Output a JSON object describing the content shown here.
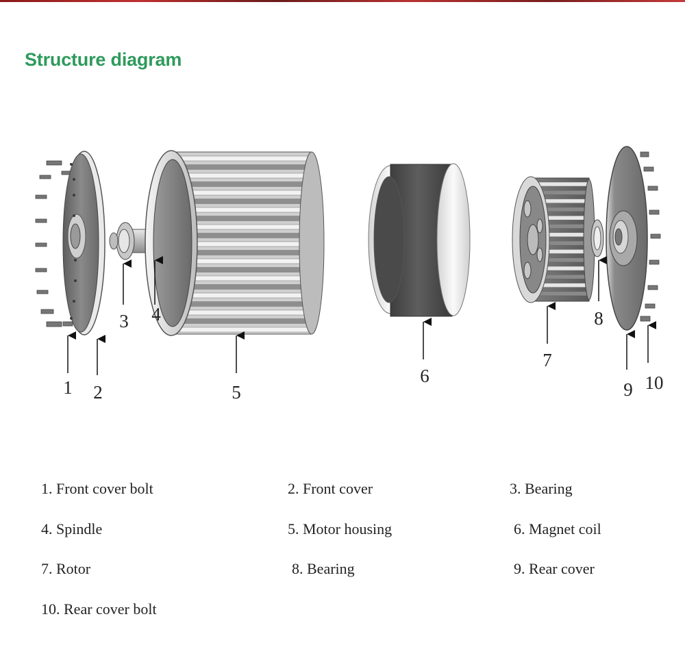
{
  "title": "Structure diagram",
  "colors": {
    "title": "#2e9a5c",
    "text": "#222222"
  },
  "callouts": [
    "1",
    "2",
    "3",
    "4",
    "5",
    "6",
    "7",
    "8",
    "9",
    "10"
  ],
  "legend": [
    "1.  Front cover bolt",
    "2. Front cover",
    "3. Bearing",
    "4. Spindle",
    "5. Motor housing",
    "6. Magnet coil",
    "7. Rotor",
    "8. Bearing",
    "9. Rear cover",
    "10. Rear cover bolt"
  ]
}
